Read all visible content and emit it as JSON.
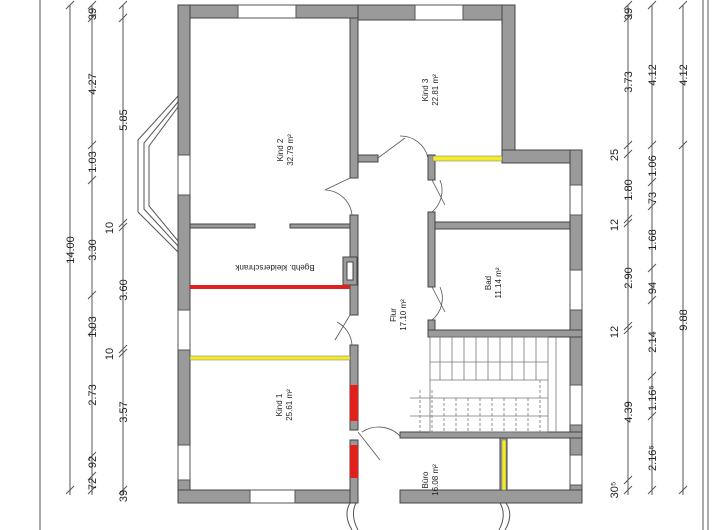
{
  "plan": {
    "colors": {
      "wall": "#9a9a9a",
      "red": "#e0201c",
      "yellow": "#f4ec2a"
    },
    "rooms": [
      {
        "name": "Kind 2",
        "area": "32.79 m²"
      },
      {
        "name": "Kind 3",
        "area": "22.81 m²"
      },
      {
        "name": "Flur",
        "area": "17.10 m²"
      },
      {
        "name": "Bad",
        "area": "11.14 m²"
      },
      {
        "name": "Kind 1",
        "area": "25.61 m²"
      },
      {
        "name": "Büro",
        "area": "16.08 m²"
      }
    ],
    "wardrobe_label": "Bgehb. kleiderschrank",
    "dims_left": {
      "outer": [
        "14.00"
      ],
      "middle": [
        "39",
        "4.27",
        "1.03",
        "3.30",
        "1.03",
        "2.73",
        "92",
        "72",
        "39"
      ],
      "inner": [
        "5.85",
        "10",
        "3.60",
        "10",
        "3.57"
      ]
    },
    "dims_right": {
      "inner": [
        "39",
        "3.73",
        "25",
        "1.80",
        "12",
        "2.90",
        "12",
        "4.39",
        "30⁵"
      ],
      "middle": [
        "4.12",
        "1.06",
        "73",
        "1.68",
        "94",
        "2.14",
        "1.16⁵",
        "2.16⁵"
      ],
      "outer": [
        "4.12",
        "9.88"
      ]
    }
  }
}
